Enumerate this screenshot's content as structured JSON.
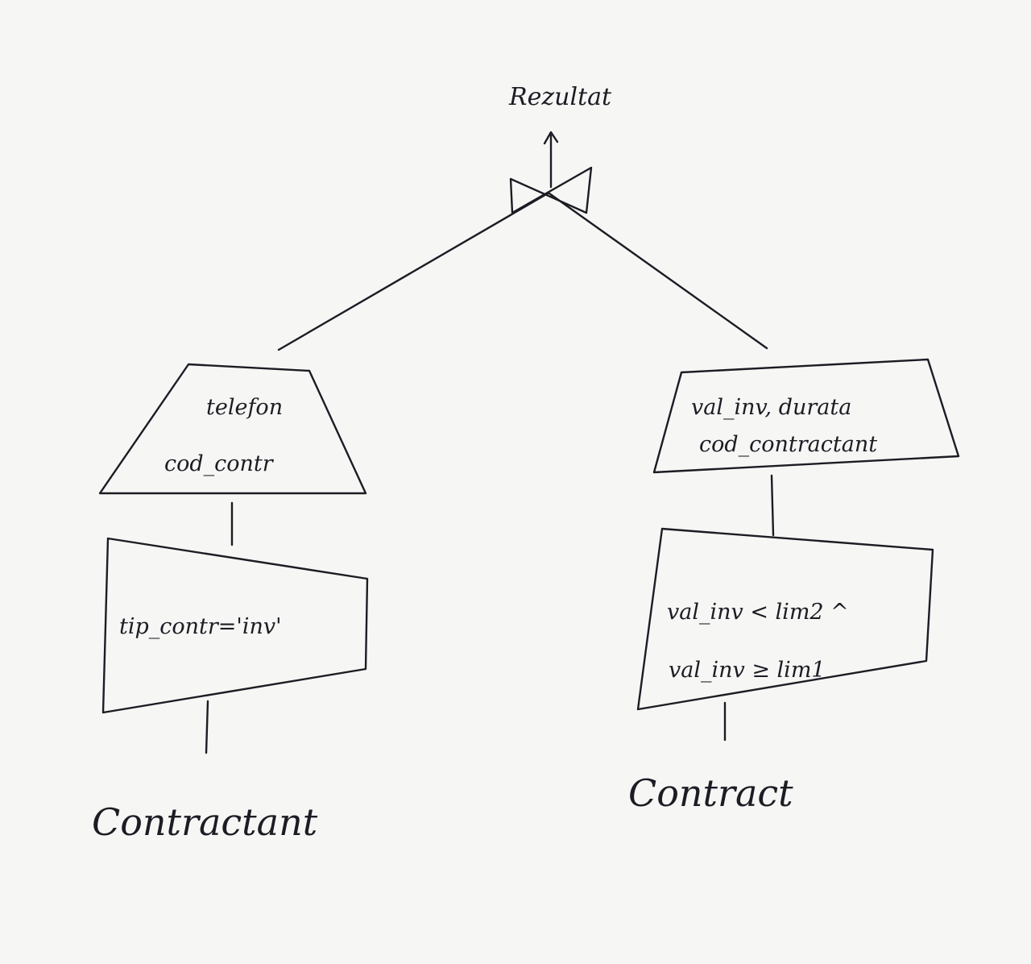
{
  "result": {
    "label": "Rezultat"
  },
  "left_branch": {
    "projection": {
      "line1": "telefon",
      "line2": "cod_contr"
    },
    "selection": {
      "condition": "tip_contr='inv'"
    },
    "relation": {
      "name": "Contractant"
    }
  },
  "right_branch": {
    "projection": {
      "line1": "val_inv, durata",
      "line2": "cod_contractant"
    },
    "selection": {
      "line1": "val_inv < lim2 ^",
      "line2": "val_inv ≥ lim1"
    },
    "relation": {
      "name": "Contract"
    }
  }
}
